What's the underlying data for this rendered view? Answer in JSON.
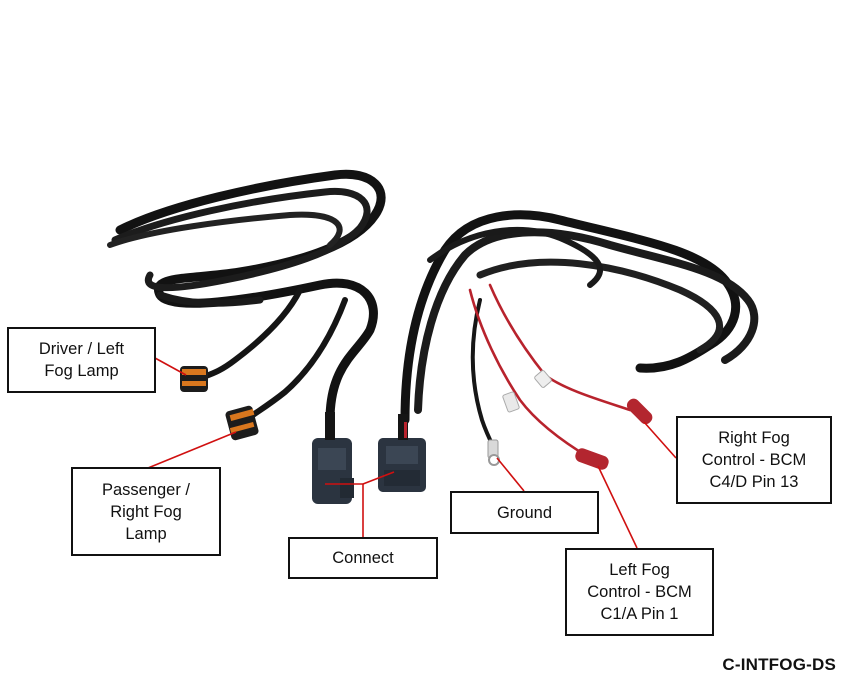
{
  "labels": {
    "driver_left_fog_lamp": "Driver / Left\nFog Lamp",
    "passenger_right_fog_lamp": "Passenger /\nRight Fog\nLamp",
    "connect": "Connect",
    "ground": "Ground",
    "left_fog_control": "Left Fog\nControl - BCM\nC1/A Pin 1",
    "right_fog_control": "Right Fog\nControl - BCM\nC4/D Pin 13"
  },
  "part_number": "C-INTFOG-DS",
  "colors": {
    "leader_line": "#d01010",
    "cable": "#151515",
    "red_wire": "#b8232d",
    "connector_orange": "#d9771e",
    "connector_body": "#2b3440",
    "heat_shrink": "#b3262f"
  }
}
